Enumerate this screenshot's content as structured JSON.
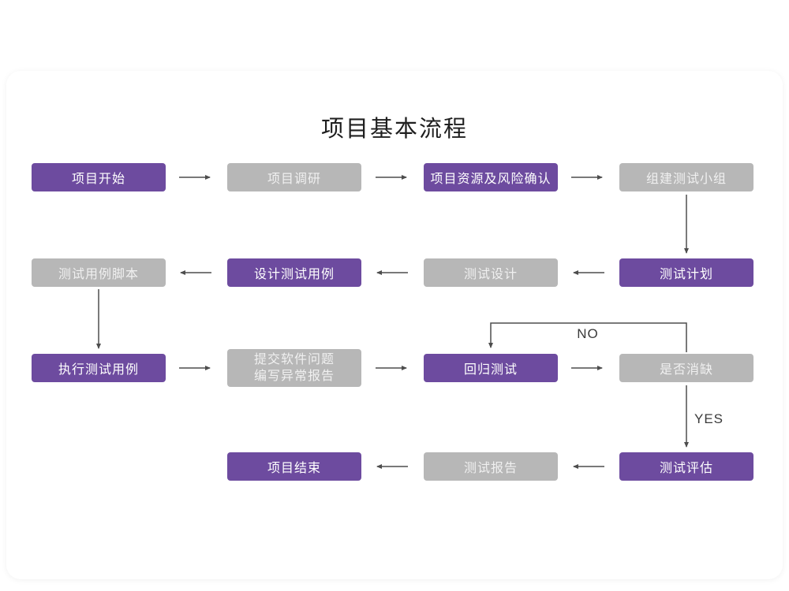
{
  "title": "项目基本流程",
  "colors": {
    "purple": "#6d4b9f",
    "gray": "#b7b7b7",
    "node_text": "#ffffff",
    "gray_text": "#f0f0f0",
    "arrow": "#4d4d4d",
    "label_text": "#3a3a3a"
  },
  "edge_labels": {
    "no": "NO",
    "yes": "YES"
  },
  "nodes": {
    "start": {
      "label": "项目开始"
    },
    "research": {
      "label": "项目调研"
    },
    "risk": {
      "label": "项目资源及风险确认"
    },
    "team": {
      "label": "组建测试小组"
    },
    "plan": {
      "label": "测试计划"
    },
    "design": {
      "label": "测试设计"
    },
    "cases": {
      "label": "设计测试用例"
    },
    "scripts": {
      "label": "测试用例脚本"
    },
    "execute": {
      "label": "执行测试用例"
    },
    "issue": {
      "line1": "提交软件问题",
      "line2": "编写异常报告"
    },
    "regression": {
      "label": "回归测试"
    },
    "defect": {
      "label": "是否消缺"
    },
    "evaluate": {
      "label": "测试评估"
    },
    "report": {
      "label": "测试报告"
    },
    "end": {
      "label": "项目结束"
    }
  }
}
